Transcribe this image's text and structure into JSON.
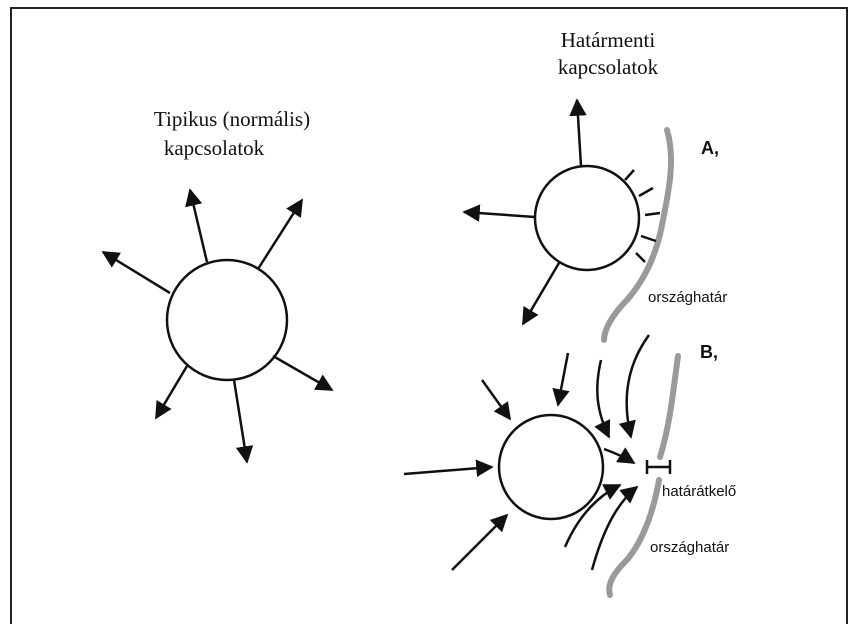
{
  "left_panel": {
    "title_line1": "Tipikus (normális)",
    "title_line2": "kapcsolatok"
  },
  "right_panel": {
    "title_line1": "Határmenti",
    "title_line2": "kapcsolatok",
    "case_a_label": "A,",
    "case_b_label": "B,",
    "border_label_a": "országhatár",
    "border_label_b": "országhatár",
    "crossing_label": "határátkelő"
  },
  "colors": {
    "ink": "#111111",
    "border_line": "#9a9a9a",
    "frame": "#222222"
  }
}
